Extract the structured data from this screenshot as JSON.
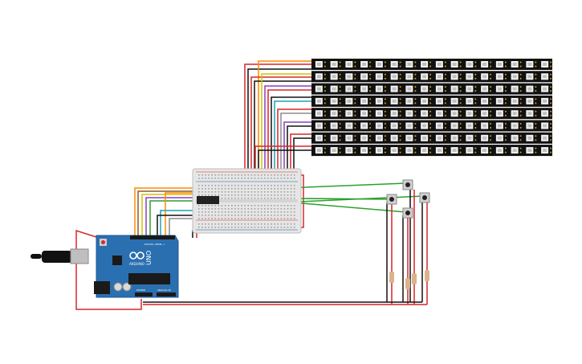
{
  "board": {
    "model_label": "UNO",
    "brand_label": "ARDUINO",
    "header_digital_label": "DIGITAL (PWM~)",
    "header_power_label": "POWER",
    "header_analog_label": "ANALOG IN"
  },
  "led_matrix": {
    "strips": 8,
    "leds_per_strip": 16
  },
  "push_buttons": {
    "count": 4
  },
  "resistors": {
    "count": 4
  },
  "colors": {
    "board_blue": "#2a6fb0",
    "board_dark": "#1f5a96",
    "strip_black": "#111111",
    "breadboard": "#e6e6e6",
    "wire_red": "#d62728",
    "wire_black": "#111111",
    "wire_orange": "#ff8c00",
    "wire_yellow": "#d8c000",
    "wire_green": "#2ca02c",
    "wire_purple": "#8a3fbf",
    "wire_cyan": "#1aa3b8",
    "wire_brown": "#8b5a2b",
    "wire_gray": "#8c8c8c"
  }
}
